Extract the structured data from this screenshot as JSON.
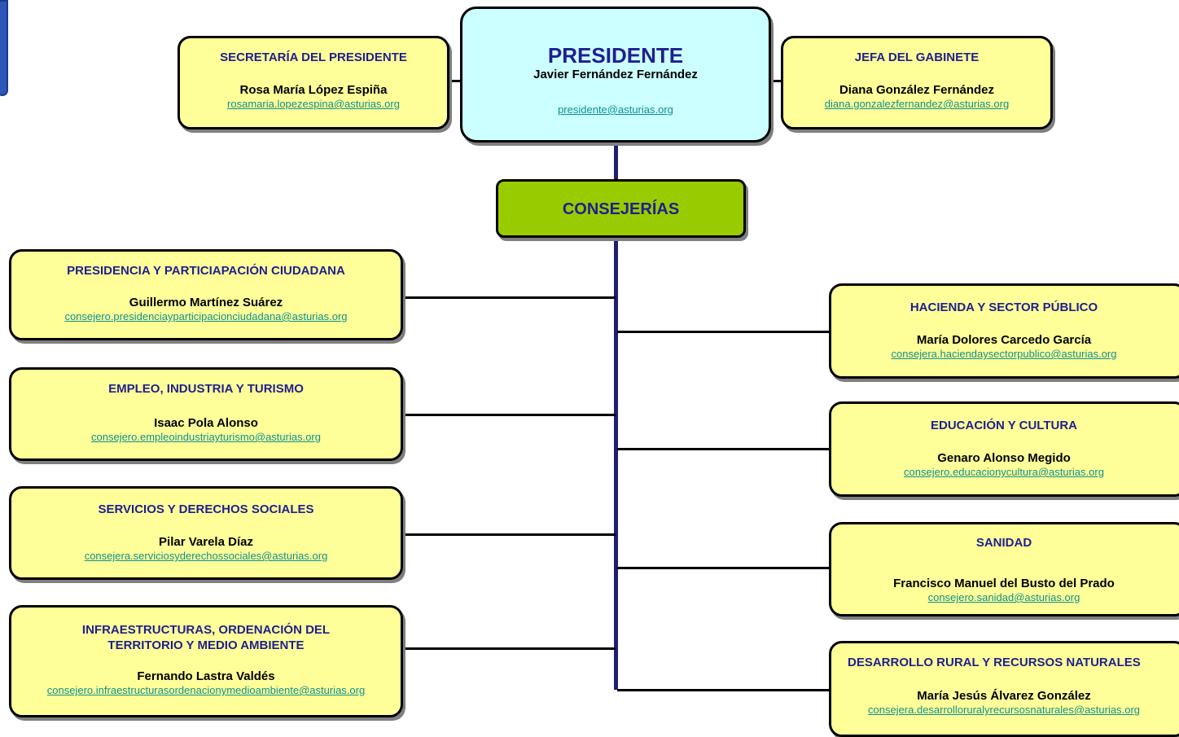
{
  "president": {
    "title": "PRESIDENTE",
    "name": "Javier Fernández Fernández",
    "email": "presidente@asturias.org"
  },
  "secretary": {
    "title": "SECRETARÍA DEL PRESIDENTE",
    "name": "Rosa María López Espiña",
    "email": "rosamaria.lopezespina@asturias.org"
  },
  "cabinet": {
    "title": "JEFA DEL GABINETE",
    "name": "Diana González Fernández",
    "email": "diana.gonzalezfernandez@asturias.org"
  },
  "consejerias": {
    "title": "CONSEJERÍAS"
  },
  "left": [
    {
      "title": "PRESIDENCIA Y PARTICIAPACIÓN CIUDADANA",
      "name": "Guillermo Martínez Suárez",
      "email": "consejero.presidenciayparticipacionciudadana@asturias.org"
    },
    {
      "title": "EMPLEO, INDUSTRIA Y TURISMO",
      "name": "Isaac Pola Alonso",
      "email": "consejero.empleoindustriayturismo@asturias.org"
    },
    {
      "title": "SERVICIOS Y DERECHOS SOCIALES",
      "name": "Pilar Varela Díaz",
      "email": "consejera.serviciosyderechossociales@asturias.org"
    },
    {
      "title": "INFRAESTRUCTURAS, ORDENACIÓN DEL TERRITORIO Y MEDIO AMBIENTE",
      "name": "Fernando Lastra Valdés",
      "email": "consejero.infraestructurasordenacionymedioambiente@asturias.org"
    }
  ],
  "right": [
    {
      "title": "HACIENDA Y SECTOR PÚBLICO",
      "name": "María Dolores Carcedo García",
      "email": "consejera.haciendaysectorpublico@asturias.org"
    },
    {
      "title": "EDUCACIÓN Y CULTURA",
      "name": "Genaro Alonso Megido",
      "email": "consejero.educacionycultura@asturias.org"
    },
    {
      "title": "SANIDAD",
      "name": "Francisco Manuel del Busto del Prado",
      "email": "consejero.sanidad@asturias.org"
    },
    {
      "title": "DESARROLLO RURAL Y RECURSOS NATURALES",
      "name": "María Jesús Álvarez González",
      "email": "consejera.desarrolloruralyrecursosnaturales@asturias.org"
    }
  ]
}
